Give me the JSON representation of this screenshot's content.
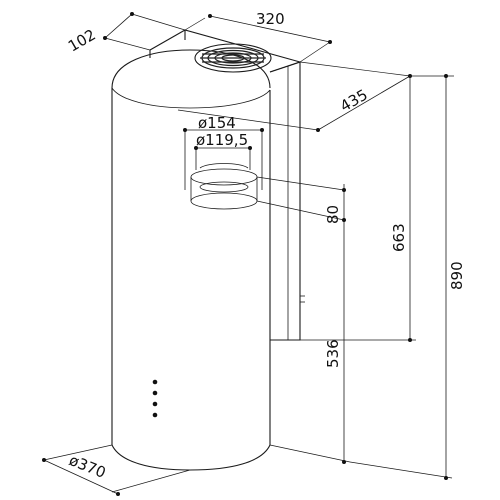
{
  "colors": {
    "line": "#1a1a1a",
    "background": "#ffffff"
  },
  "dimensions": {
    "width_top": "320",
    "depth_top": "102",
    "bracket_depth": "435",
    "outlet_outer_diameter": "ø154",
    "outlet_inner_diameter": "ø119,5",
    "outlet_height": "80",
    "bracket_height": "663",
    "total_height": "890",
    "lower_height": "536",
    "body_diameter": "ø370"
  }
}
